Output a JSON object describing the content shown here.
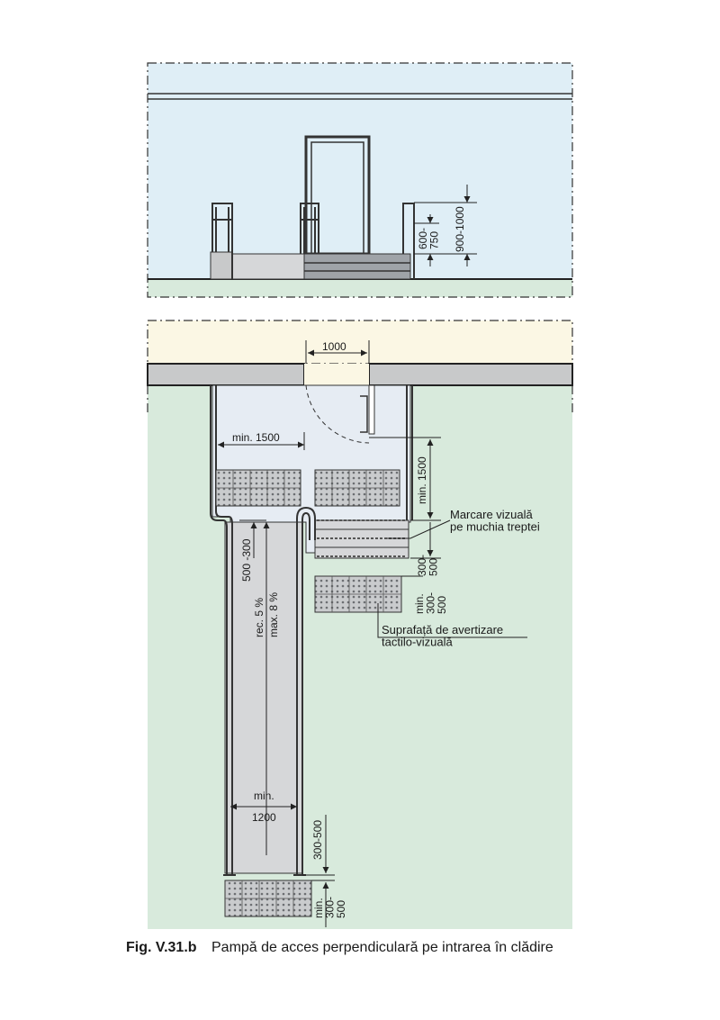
{
  "elevation": {
    "dim_600_750": "600-\n750",
    "dim_900_1000": "900-1000"
  },
  "plan": {
    "door_width": "1000",
    "landing_min_width": "min. 1500",
    "landing_min_depth": "min. 1500",
    "stair_offset_300_500": "300-\n500",
    "gap_500_300": "500 -300",
    "slope_rec": "rec. 5 %",
    "slope_max": "max. 8 %",
    "ramp_width_min": "min.",
    "ramp_width_value": "1200",
    "ramp_end_300_500": "300-500",
    "tactile_stair_min": "min.\n300-\n500",
    "tactile_ramp_min": "min.\n300-\n500",
    "label_visual_marking": "Marcare vizuală\npe muchia treptei",
    "label_tactile_surface": "Suprafață de avertizare\ntactilo-vizuală"
  },
  "caption": {
    "number": "Fig. V.31.b",
    "text": "Pampă de acces perpendiculară pe intrarea în clădire"
  },
  "colors": {
    "sky": "#dfeef6",
    "ground": "#d8eadc",
    "interior": "#fbf7e4",
    "wall": "#c8c9ca",
    "ramp": "#d6d7d9",
    "landing": "#e6ecf3",
    "line": "#222222"
  }
}
